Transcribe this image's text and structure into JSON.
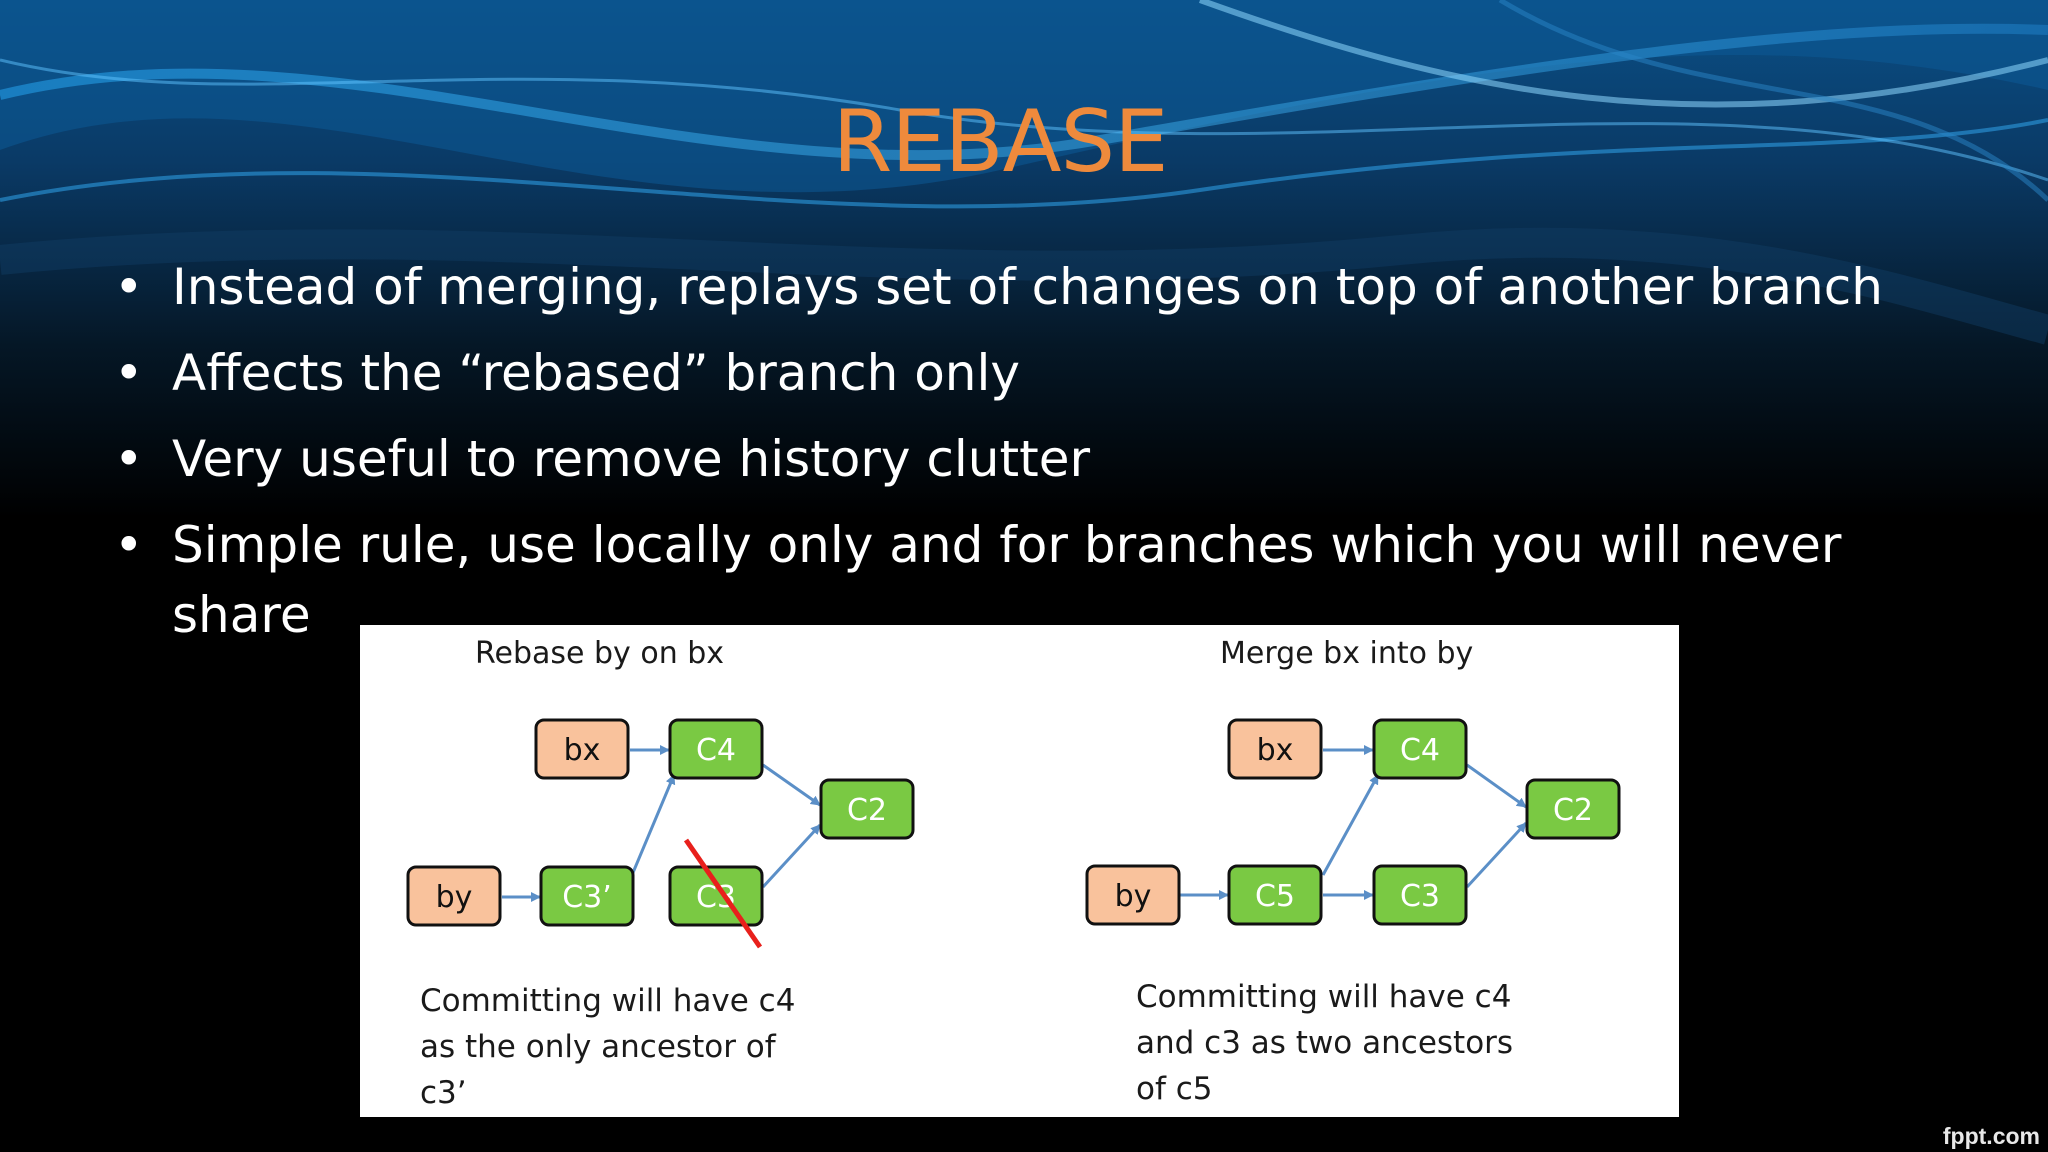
{
  "slide": {
    "title": "REBASE",
    "bullets": [
      "Instead of merging, replays set of changes on top of another branch",
      "Affects the “rebased” branch only",
      "Very useful to remove history clutter",
      " Simple rule, use locally only and for branches which you will never share"
    ],
    "watermark": "fppt.com",
    "colors": {
      "title": "#ee8a3c",
      "text": "#ffffff",
      "branch_node": "#f9c29c",
      "commit_node": "#7ac943"
    }
  },
  "diagram": {
    "left": {
      "title": "Rebase by on bx",
      "nodes": {
        "bx": "bx",
        "c4": "C4",
        "c2": "C2",
        "by": "by",
        "c3p": "C3’",
        "c3": "C3"
      },
      "caption": "Committing will have c4\nas the only ancestor of\nc3’"
    },
    "right": {
      "title": "Merge bx into by",
      "nodes": {
        "bx": "bx",
        "c4": "C4",
        "c2": "C2",
        "by": "by",
        "c5": "C5",
        "c3": "C3"
      },
      "caption": "Committing will have c4\nand c3 as two ancestors\nof c5"
    }
  }
}
